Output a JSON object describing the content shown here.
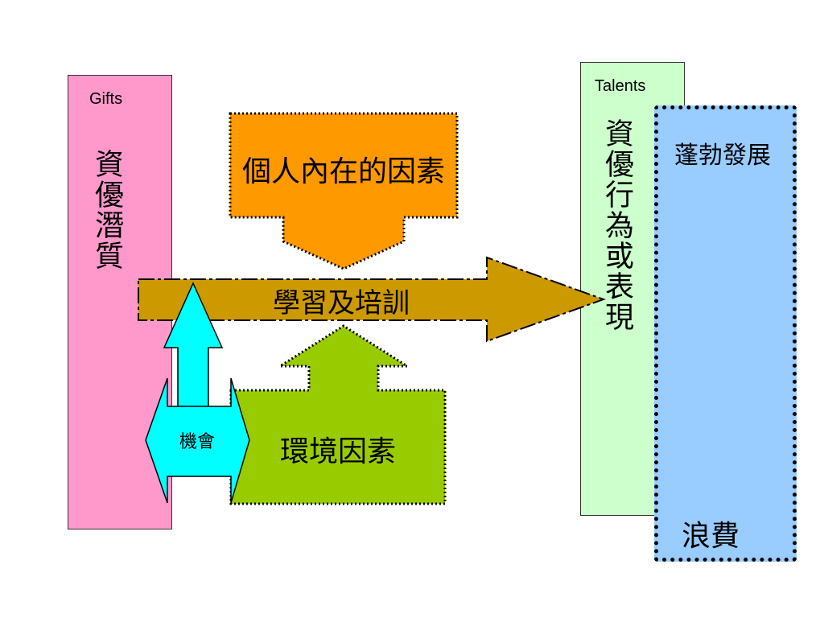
{
  "gifts": {
    "label": "Gifts",
    "text": "資優潛質"
  },
  "talents": {
    "label": "Talents",
    "text": "資優行為或表現"
  },
  "development": {
    "top_text": "蓬勃發展",
    "bottom_text": "浪費"
  },
  "intrapersonal": {
    "text": "個人內在的因素"
  },
  "learning": {
    "text": "學習及培訓"
  },
  "environment": {
    "text": "環境因素"
  },
  "chance": {
    "text": "機會"
  },
  "colors": {
    "gifts": "#ff99cc",
    "talents": "#ccffcc",
    "development": "#99ccff",
    "intrapersonal": "#ff9900",
    "learning": "#cc9900",
    "environment": "#99cc00",
    "chance": "#00ffff"
  }
}
